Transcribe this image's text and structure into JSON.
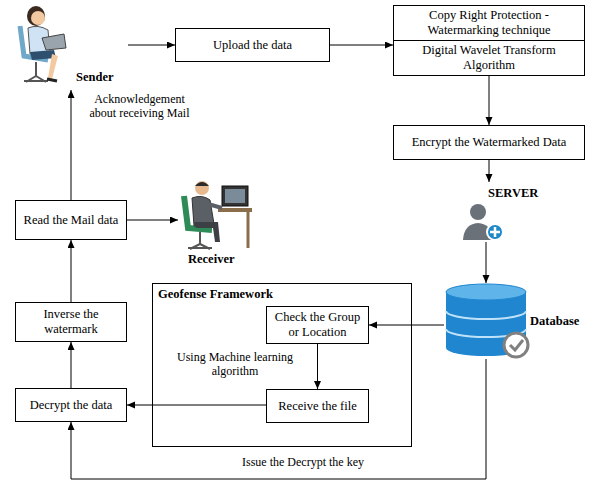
{
  "diagram": {
    "nodes": [
      {
        "text": [
          "Sender"
        ]
      },
      {
        "text": [
          "Upload the data"
        ]
      },
      {
        "text": [
          "Copy Right Protection - Watermarking technique",
          "Digital Wavelet Transform Algorithm"
        ]
      },
      {
        "text": [
          "Encrypt the Watermarked Data"
        ]
      },
      {
        "text": [
          "SERVER"
        ]
      },
      {
        "text": [
          "Database"
        ]
      },
      {
        "text": [
          "Geofense Framework"
        ]
      },
      {
        "text": [
          "Check the Group or Location"
        ],
        "in": 6
      },
      {
        "text": [
          "Receive the file"
        ],
        "in": 6
      },
      {
        "text": [
          "Decrypt the data"
        ]
      },
      {
        "text": [
          "Inverse the watermark"
        ]
      },
      {
        "text": [
          "Read the Mail data"
        ]
      },
      {
        "text": [
          "Receiver"
        ]
      }
    ],
    "edges": [
      {
        "from": 0,
        "to": 1,
        "arrow": "to"
      },
      {
        "from": 1,
        "to": 2,
        "arrow": "to"
      },
      {
        "from": 2,
        "to": 3,
        "arrow": "to"
      },
      {
        "from": 3,
        "to": 4,
        "arrow": "to"
      },
      {
        "from": 4,
        "to": 5,
        "arrow": "to"
      },
      {
        "from": 5,
        "to": 7,
        "arrow": "to"
      },
      {
        "from": 7,
        "to": 8,
        "label": "Using Machine learning algorithm",
        "arrow": "to"
      },
      {
        "from": 8,
        "to": 9,
        "arrow": "to"
      },
      {
        "from": 9,
        "to": 10,
        "arrow": "to"
      },
      {
        "from": 10,
        "to": 11,
        "arrow": "to"
      },
      {
        "from": 11,
        "to": 12,
        "arrow": "to"
      },
      {
        "from": 11,
        "to": 0,
        "label": "Acknowledgement about receiving Mail",
        "arrow": "to"
      },
      {
        "from": 5,
        "to": 9,
        "label": "Issue the Decrypt the key",
        "arrow": "to"
      }
    ]
  }
}
